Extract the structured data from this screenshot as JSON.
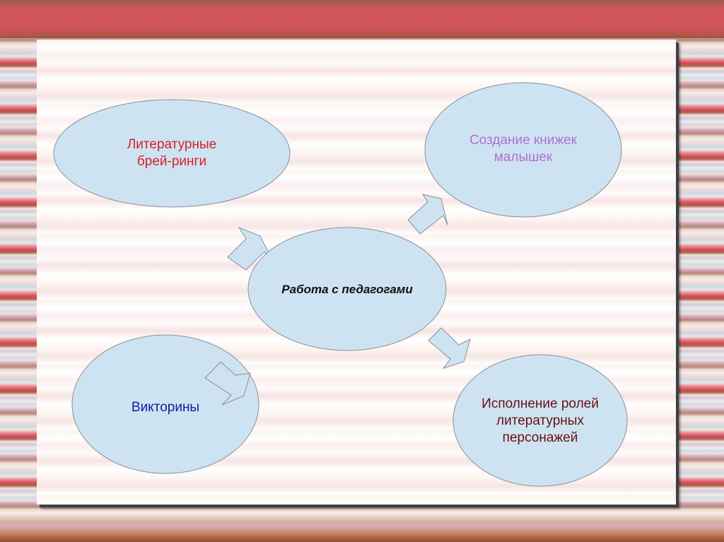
{
  "slide": {
    "colors": {
      "ellipse_fill": "#cde3f2",
      "ellipse_stroke": "#8a8f96",
      "arrow_fill": "#cde3f2",
      "arrow_stroke": "#8a8f96"
    }
  },
  "diagram": {
    "center": {
      "label": "Работа с педагогами",
      "color": "#111111"
    },
    "nodes": [
      {
        "id": "literary-brain-rings",
        "label": "Литературные\nбрей-ринги",
        "color": "#d6202a"
      },
      {
        "id": "creating-baby-books",
        "label": "Создание книжек\nмалышек",
        "color": "#b070d0"
      },
      {
        "id": "quizzes",
        "label": "Викторины",
        "color": "#1a1a9c"
      },
      {
        "id": "performing-literary-roles",
        "label": "Исполнение ролей\nлитературных\nперсонажей",
        "color": "#6b1010"
      }
    ],
    "arrows": [
      {
        "id": "arrow-to-literary-brain-rings",
        "direction": "up-right"
      },
      {
        "id": "arrow-to-creating-baby-books",
        "direction": "up-right"
      },
      {
        "id": "arrow-to-quizzes",
        "direction": "down-right"
      },
      {
        "id": "arrow-to-performing-literary-roles",
        "direction": "down-right"
      }
    ]
  }
}
